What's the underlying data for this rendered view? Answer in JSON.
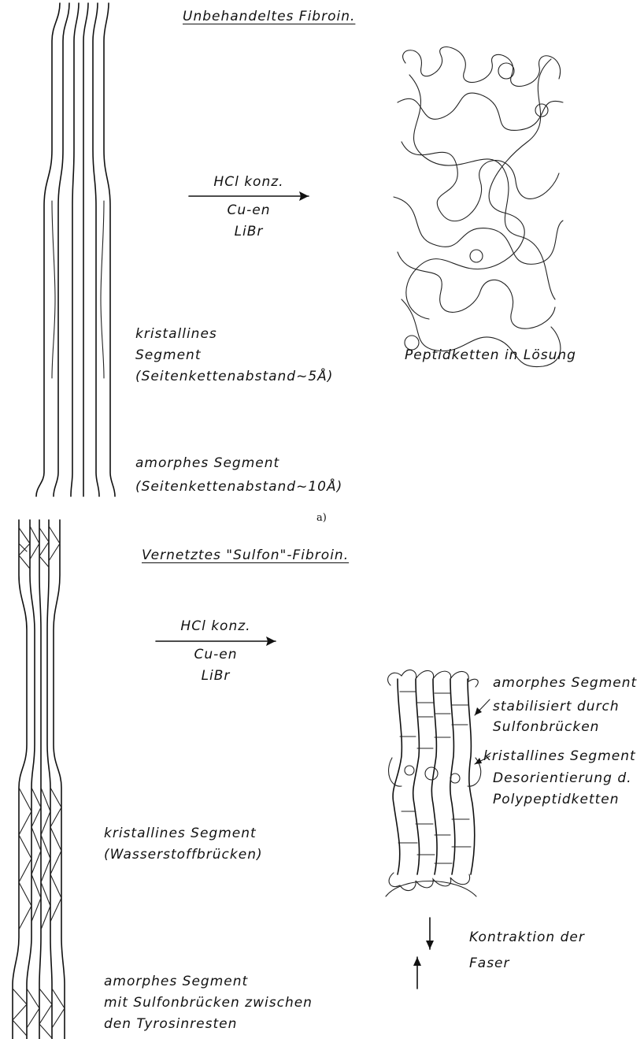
{
  "part_a": {
    "title": "Unbehandeltes Fibroin.",
    "reagents": [
      "HCl konz.",
      "Cu-en",
      "LiBr"
    ],
    "product_label": "Peptidketten in Lösung",
    "crystalline_label": [
      "kristallines",
      "Segment",
      "(Seitenkettenabstand~5Å)"
    ],
    "amorphous_label": [
      "amorphes Segment",
      "(Seitenkettenabstand~10Å)"
    ],
    "caption": "a)"
  },
  "part_b": {
    "title": "Vernetztes \"Sulfon\"-Fibroin.",
    "reagents": [
      "HCl konz.",
      "Cu-en",
      "LiBr"
    ],
    "annot_amorphous": [
      "amorphes Segment",
      "stabilisiert durch",
      "Sulfonbrücken"
    ],
    "annot_crystalline": [
      "kristallines Segment",
      "Desorientierung d.",
      "Polypeptidketten"
    ],
    "crystalline_label": [
      "kristallines Segment",
      "(Wasserstoffbrücken)"
    ],
    "contraction_label": [
      "Kontraktion der",
      "Faser"
    ],
    "amorphous_label": [
      "amorphes Segment",
      "mit Sulfonbrücken zwischen",
      "den Tyrosinresten"
    ]
  }
}
